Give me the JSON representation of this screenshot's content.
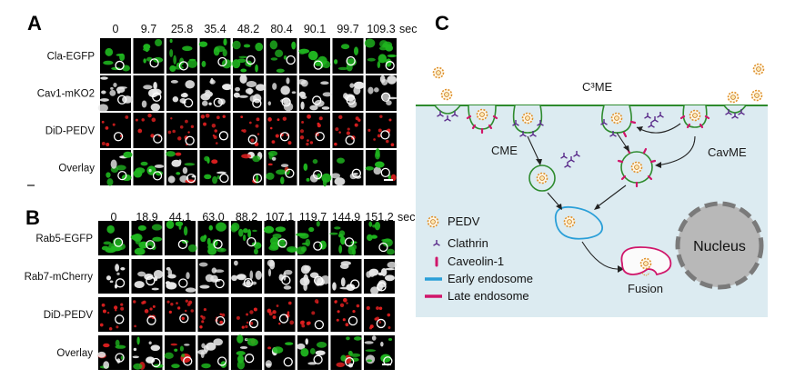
{
  "panels": {
    "a": {
      "letter": "A",
      "times": [
        "0",
        "9.7",
        "25.8",
        "35.4",
        "48.2",
        "80.4",
        "90.1",
        "99.7",
        "109.3"
      ],
      "unit": "sec",
      "rows": [
        "Cla-EGFP",
        "Cav1-mKO2",
        "DiD-PEDV",
        "Overlay"
      ],
      "row_colors": [
        "#1fb51f",
        "#e8e8e8",
        "#e02020",
        "mixed"
      ]
    },
    "b": {
      "letter": "B",
      "times": [
        "0",
        "18.9",
        "44.1",
        "63.0",
        "88.2",
        "107.1",
        "119.7",
        "144.9",
        "151.2"
      ],
      "unit": "sec",
      "rows": [
        "Rab5-EGFP",
        "Rab7-mCherry",
        "DiD-PEDV",
        "Overlay"
      ],
      "row_colors": [
        "#1fb51f",
        "#e8e8e8",
        "#e02020",
        "mixed"
      ]
    },
    "c": {
      "letter": "C",
      "membrane_label": "C³ME",
      "cme_label": "CME",
      "cavme_label": "CavME",
      "fusion_label": "Fusion",
      "nucleus_label": "Nucleus",
      "legend": [
        {
          "icon": "pedv-icon",
          "label": "PEDV"
        },
        {
          "icon": "clathrin-icon",
          "label": "Clathrin"
        },
        {
          "icon": "caveolin-icon",
          "label": "Caveolin-1"
        },
        {
          "icon": "early-endosome-icon",
          "label": "Early endosome"
        },
        {
          "icon": "late-endosome-icon",
          "label": "Late endosome"
        }
      ],
      "colors": {
        "cytoplasm": "#dcebf1",
        "membrane": "#2e8b2e",
        "virus": "#e0902a",
        "clathrin": "#5a2a8a",
        "caveolin": "#d0166a",
        "early_endosome": "#2a9fd8",
        "late_endosome": "#d0166a",
        "nucleus": "#b8b8b8"
      }
    }
  }
}
